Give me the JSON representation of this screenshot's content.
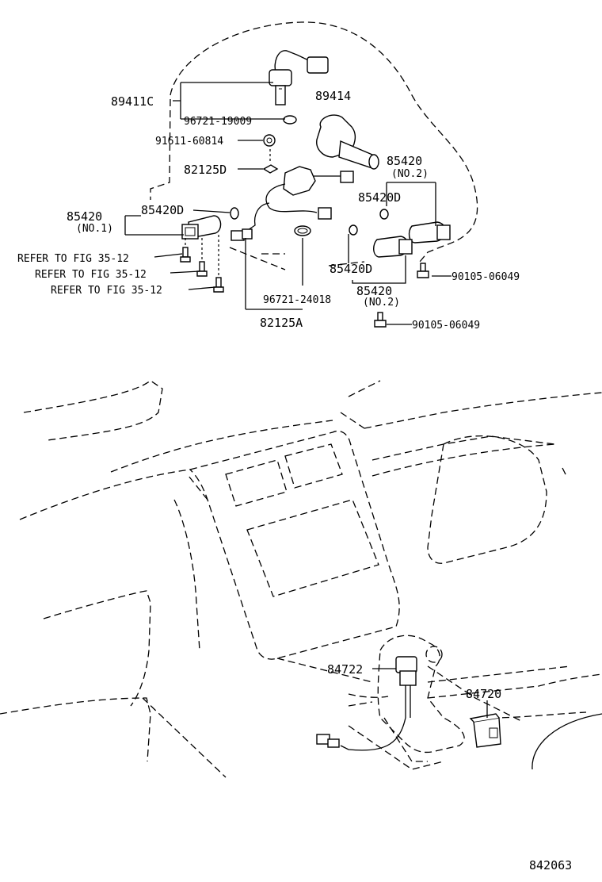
{
  "labels": {
    "p89411c": "89411C",
    "p96721_19009": "96721-19009",
    "p89414": "89414",
    "p91611": "91611-60814",
    "p82125d": "82125D",
    "p85420_top": "85420",
    "no2_top": "(NO.2)",
    "p85420d_top": "85420D",
    "p85420_left": "85420",
    "no1": "(NO.1)",
    "p85420d_left": "85420D",
    "refer1": "REFER TO FIG 35-12",
    "refer2": "REFER TO FIG 35-12",
    "refer3": "REFER TO FIG 35-12",
    "p85420d_mid": "85420D",
    "p90105_a": "90105-06049",
    "p85420_mid": "85420",
    "no2_mid": "(NO.2)",
    "p96721_24018": "96721-24018",
    "p82125a": "82125A",
    "p90105_b": "90105-06049",
    "p84722": "84722",
    "p84720": "84720",
    "fig_no": "842063"
  }
}
